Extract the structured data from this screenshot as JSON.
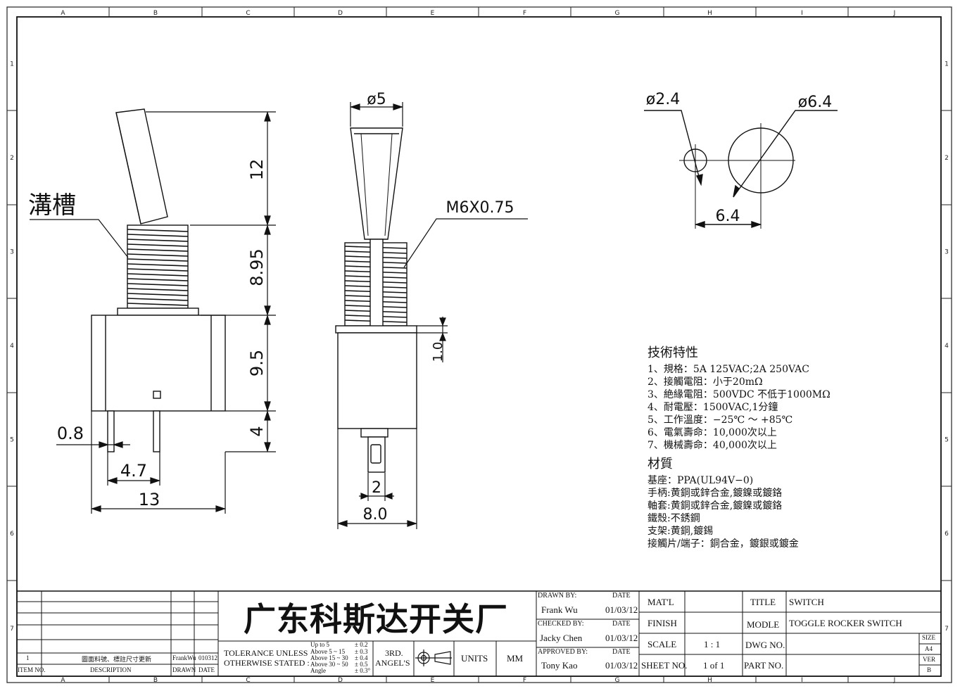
{
  "border": {
    "columns": [
      "A",
      "B",
      "C",
      "D",
      "E",
      "F",
      "G",
      "H",
      "I",
      "J"
    ],
    "rows": [
      "1",
      "2",
      "3",
      "4",
      "5",
      "6",
      "7"
    ]
  },
  "side_view": {
    "groove_label": "溝槽",
    "dims": {
      "lever": "12",
      "bushing": "8.95",
      "body": "9.5",
      "pin_len": "4",
      "pin_width": "0.8",
      "pin_pitch": "4.7",
      "body_width": "13"
    }
  },
  "front_view": {
    "thread_label": "M6X0.75",
    "dims": {
      "lever_dia": "ø5",
      "flange": "1.0",
      "terminal": "2",
      "body_width": "8.0"
    }
  },
  "panel_cutout": {
    "dims": {
      "small_hole": "ø2.4",
      "large_hole": "ø6.4",
      "spacing": "6.4"
    }
  },
  "specs": {
    "title": "技術特性",
    "lines": [
      "1、規格：5A 125VAC;2A 250VAC",
      "2、接觸電阻：小于20mΩ",
      "3、絶緣電阻：500VDC 不低于1000MΩ",
      "4、耐電壓：1500VAC,1分鐘",
      "5、工作溫度：−25℃ ～ +85℃",
      "6、電氣壽命：10,000次以上",
      "7、機械壽命：40,000次以上"
    ],
    "material_title": "材質",
    "material_lines": [
      "基座：PPA(UL94V−0)",
      "手柄:黄銅或鋅合金,鍍鎳或鍍鉻",
      "軸套:黄銅或鋅合金,鍍鎳或鍍鉻",
      "鐵殼:不銹鋼",
      "支架:黄銅,鍍錫",
      "接觸片/端子：銅合金，鍍銀或鍍金"
    ]
  },
  "title_block": {
    "revision": {
      "item_no": "1",
      "description": "圖面料號、標註尺寸更新",
      "drawn": "FrankWu",
      "date": "010312",
      "hdr_item": "ITEM NO.",
      "hdr_desc": "DESCRIPTION",
      "hdr_drawn": "DRAWN",
      "hdr_date": "DATE"
    },
    "company": "广东科斯达开关厂",
    "tolerance": {
      "label_1": "TOLERANCE UNLESS",
      "label_2": "OTHERWISE STATED :",
      "ranges": [
        "Up  to  5",
        "Above 5   ~ 15",
        "Above 15 ~ 30",
        "Above 30 ~ 50",
        "Angle"
      ],
      "values": [
        "± 0.2",
        "± 0.3",
        "± 0.4",
        "± 0.5",
        "± 0.3°"
      ]
    },
    "projection": {
      "label_1": "3RD.",
      "label_2": "ANGEL'S"
    },
    "units": {
      "label": "UNITS",
      "value": "MM"
    },
    "people": [
      {
        "role": "DRAWN BY:",
        "name": "Frank Wu",
        "date_label": "DATE",
        "date": "01/03/12"
      },
      {
        "role": "CHECKED BY:",
        "name": "Jacky Chen",
        "date_label": "DATE",
        "date": "01/03/12"
      },
      {
        "role": "APPROVED BY:",
        "name": "Tony Kao",
        "date_label": "DATE",
        "date": "01/03/12"
      }
    ],
    "matl_label": "MAT'L",
    "matl_value": "",
    "finish_label": "FINISH",
    "finish_value": "",
    "scale_label": "SCALE",
    "scale_value": "1 : 1",
    "sheet_label": "SHEET NO.",
    "sheet_value": "1 of 1",
    "title_label": "TITLE",
    "title_value": "SWITCH",
    "model_label": "MODLE",
    "model_value": "TOGGLE ROCKER SWITCH",
    "dwg_label": "DWG NO.",
    "dwg_value": "",
    "part_label": "PART NO.",
    "part_value": "",
    "size_label": "SIZE",
    "size_value": "A4",
    "ver_label": "VER",
    "ver_value": "B"
  }
}
